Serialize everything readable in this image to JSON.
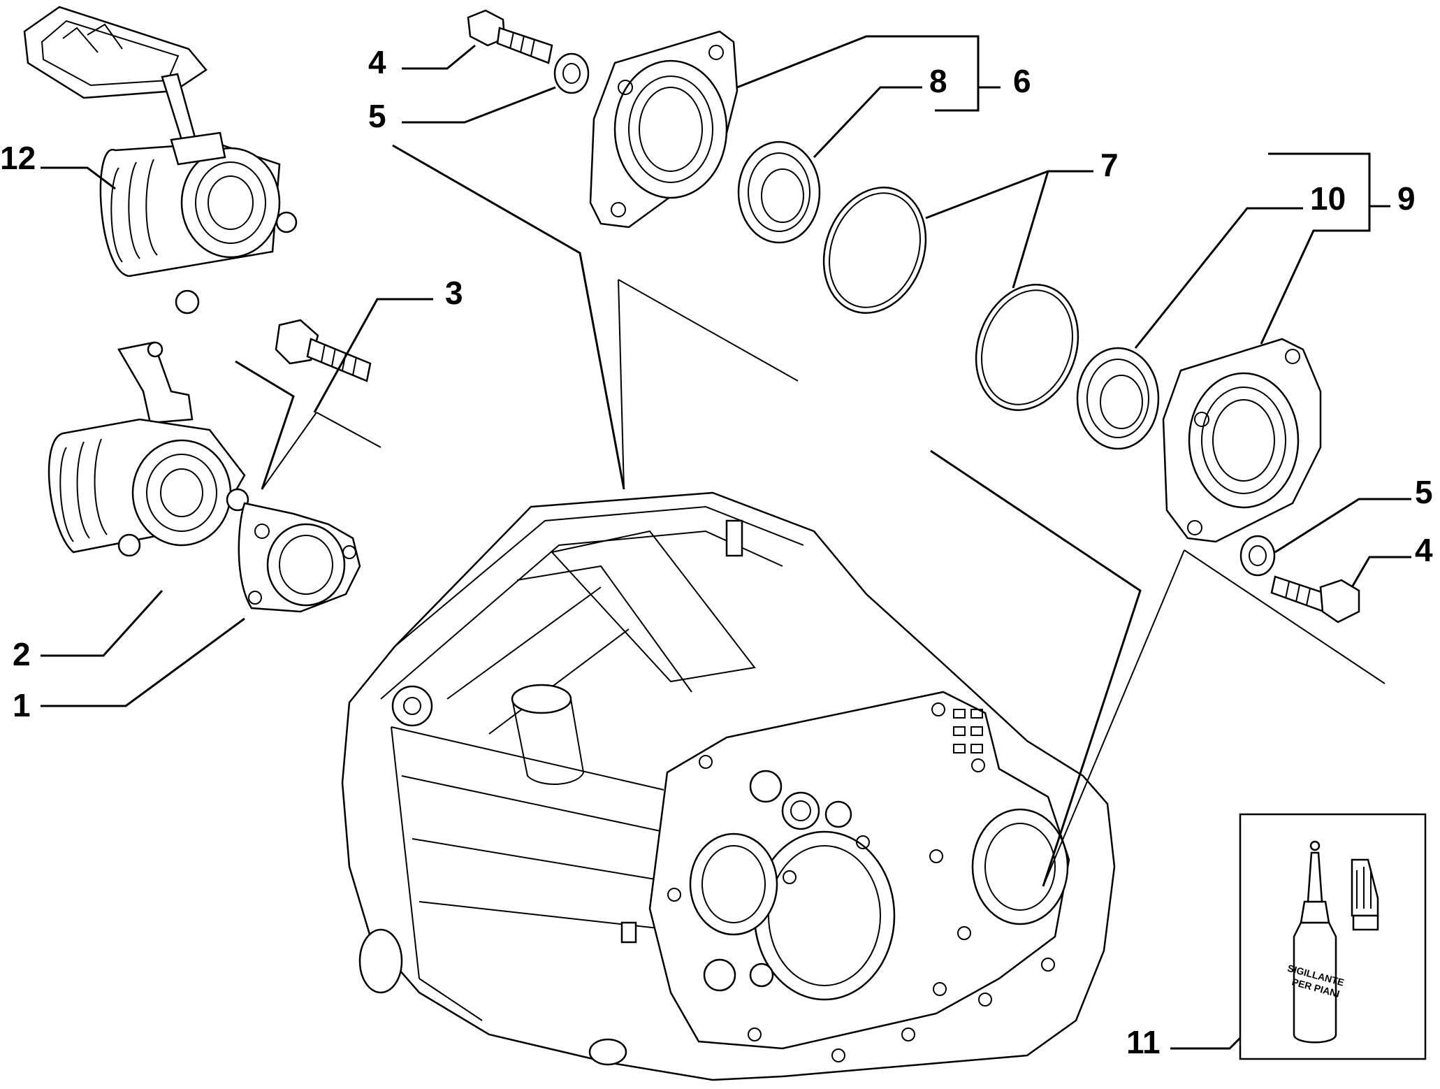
{
  "diagram": {
    "callouts": [
      {
        "id": "c1",
        "text": "1"
      },
      {
        "id": "c2",
        "text": "2"
      },
      {
        "id": "c3",
        "text": "3"
      },
      {
        "id": "c4a",
        "text": "4"
      },
      {
        "id": "c4b",
        "text": "4"
      },
      {
        "id": "c5a",
        "text": "5"
      },
      {
        "id": "c5b",
        "text": "5"
      },
      {
        "id": "c6",
        "text": "6"
      },
      {
        "id": "c7",
        "text": "7"
      },
      {
        "id": "c8",
        "text": "8"
      },
      {
        "id": "c9",
        "text": "9"
      },
      {
        "id": "c10",
        "text": "10"
      },
      {
        "id": "c11",
        "text": "11"
      },
      {
        "id": "c12",
        "text": "12"
      }
    ],
    "bottle_label": {
      "line1": "SIGILLANTE",
      "line2": "PER PIANI"
    }
  }
}
